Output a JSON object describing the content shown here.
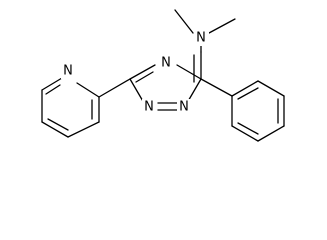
{
  "molecule": {
    "atoms": {
      "n_amine": "N",
      "n_triazine_4": "N",
      "n_triazine_1": "N",
      "n_triazine_2": "N",
      "n_pyridine": "N"
    }
  },
  "colors": {
    "bond": "#000000",
    "label": "#000000",
    "background": "#ffffff"
  }
}
